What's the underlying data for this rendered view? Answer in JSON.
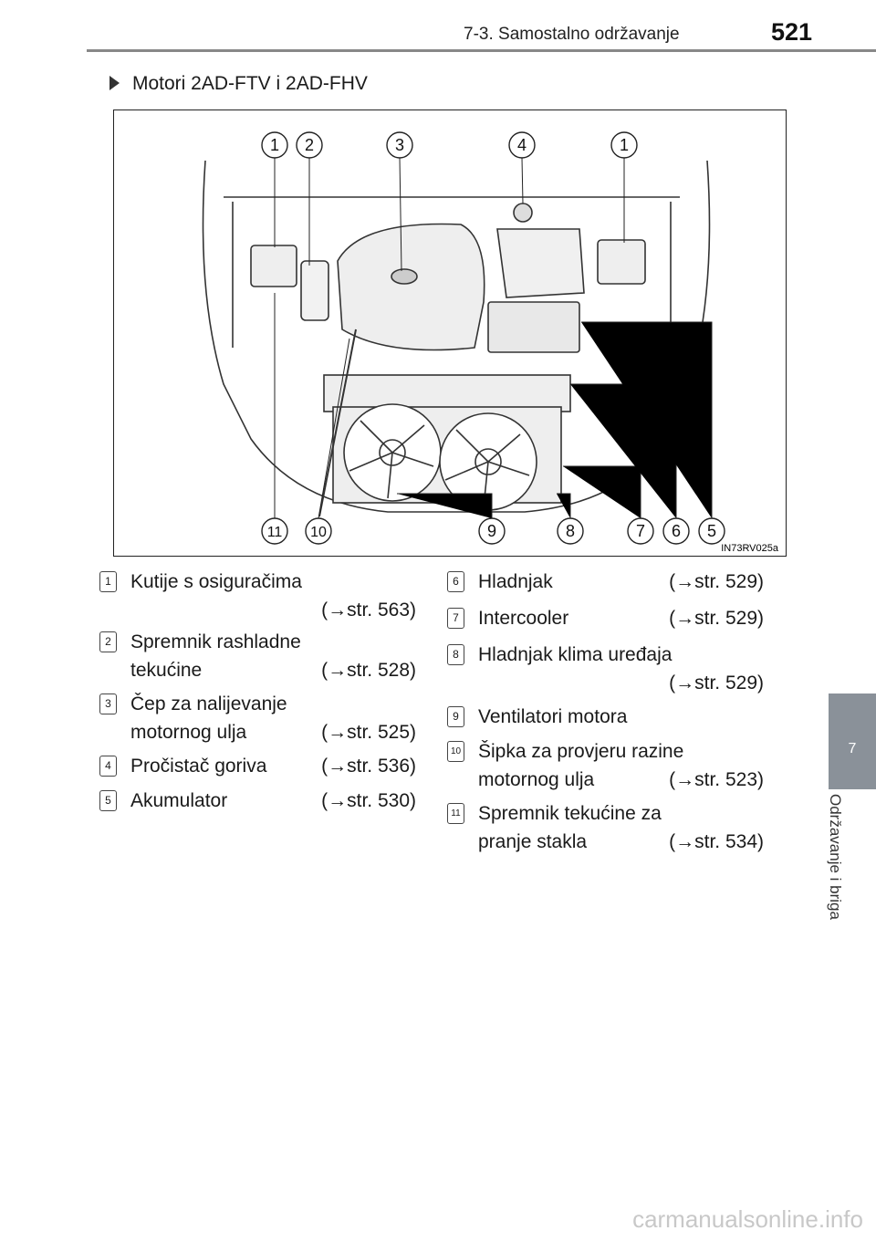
{
  "header": {
    "section": "7-3. Samostalno održavanje",
    "page": "521"
  },
  "subtitle": "Motori 2AD-FTV i 2AD-FHV",
  "figure": {
    "code": "IN73RV025a",
    "top_callouts": [
      "1",
      "2",
      "3",
      "4",
      "1"
    ],
    "bottom_callouts": [
      "11",
      "10",
      "9",
      "8",
      "7",
      "6",
      "5"
    ]
  },
  "legend_left": [
    {
      "num": "1",
      "lines": [
        "Kutije s osiguračima"
      ],
      "ref": "(→str. 563)",
      "ref_newline": true
    },
    {
      "num": "2",
      "lines": [
        "Spremnik rashladne",
        "tekućine"
      ],
      "ref": "(→str. 528)"
    },
    {
      "num": "3",
      "lines": [
        "Čep za nalijevanje",
        "motornog ulja"
      ],
      "ref": "(→str. 525)"
    },
    {
      "num": "4",
      "lines": [
        "Pročistač goriva"
      ],
      "ref": "(→str. 536)"
    },
    {
      "num": "5",
      "lines": [
        "Akumulator"
      ],
      "ref": "(→str. 530)"
    }
  ],
  "legend_right": [
    {
      "num": "6",
      "lines": [
        "Hladnjak"
      ],
      "ref": "(→str. 529)"
    },
    {
      "num": "7",
      "lines": [
        "Intercooler"
      ],
      "ref": "(→str. 529)"
    },
    {
      "num": "8",
      "lines": [
        "Hladnjak klima uređaja"
      ],
      "ref": "(→str. 529)",
      "ref_newline": true
    },
    {
      "num": "9",
      "lines": [
        "Ventilatori motora"
      ],
      "ref": ""
    },
    {
      "num": "10",
      "lines": [
        "Šipka za provjeru razine",
        "motornog ulja"
      ],
      "ref": "(→str. 523)"
    },
    {
      "num": "11",
      "lines": [
        "Spremnik tekućine za",
        "pranje stakla"
      ],
      "ref": "(→str. 534)"
    }
  ],
  "side_tab": {
    "number": "7",
    "label": "Održavanje i briga"
  },
  "watermark": "carmanualsonline.info"
}
